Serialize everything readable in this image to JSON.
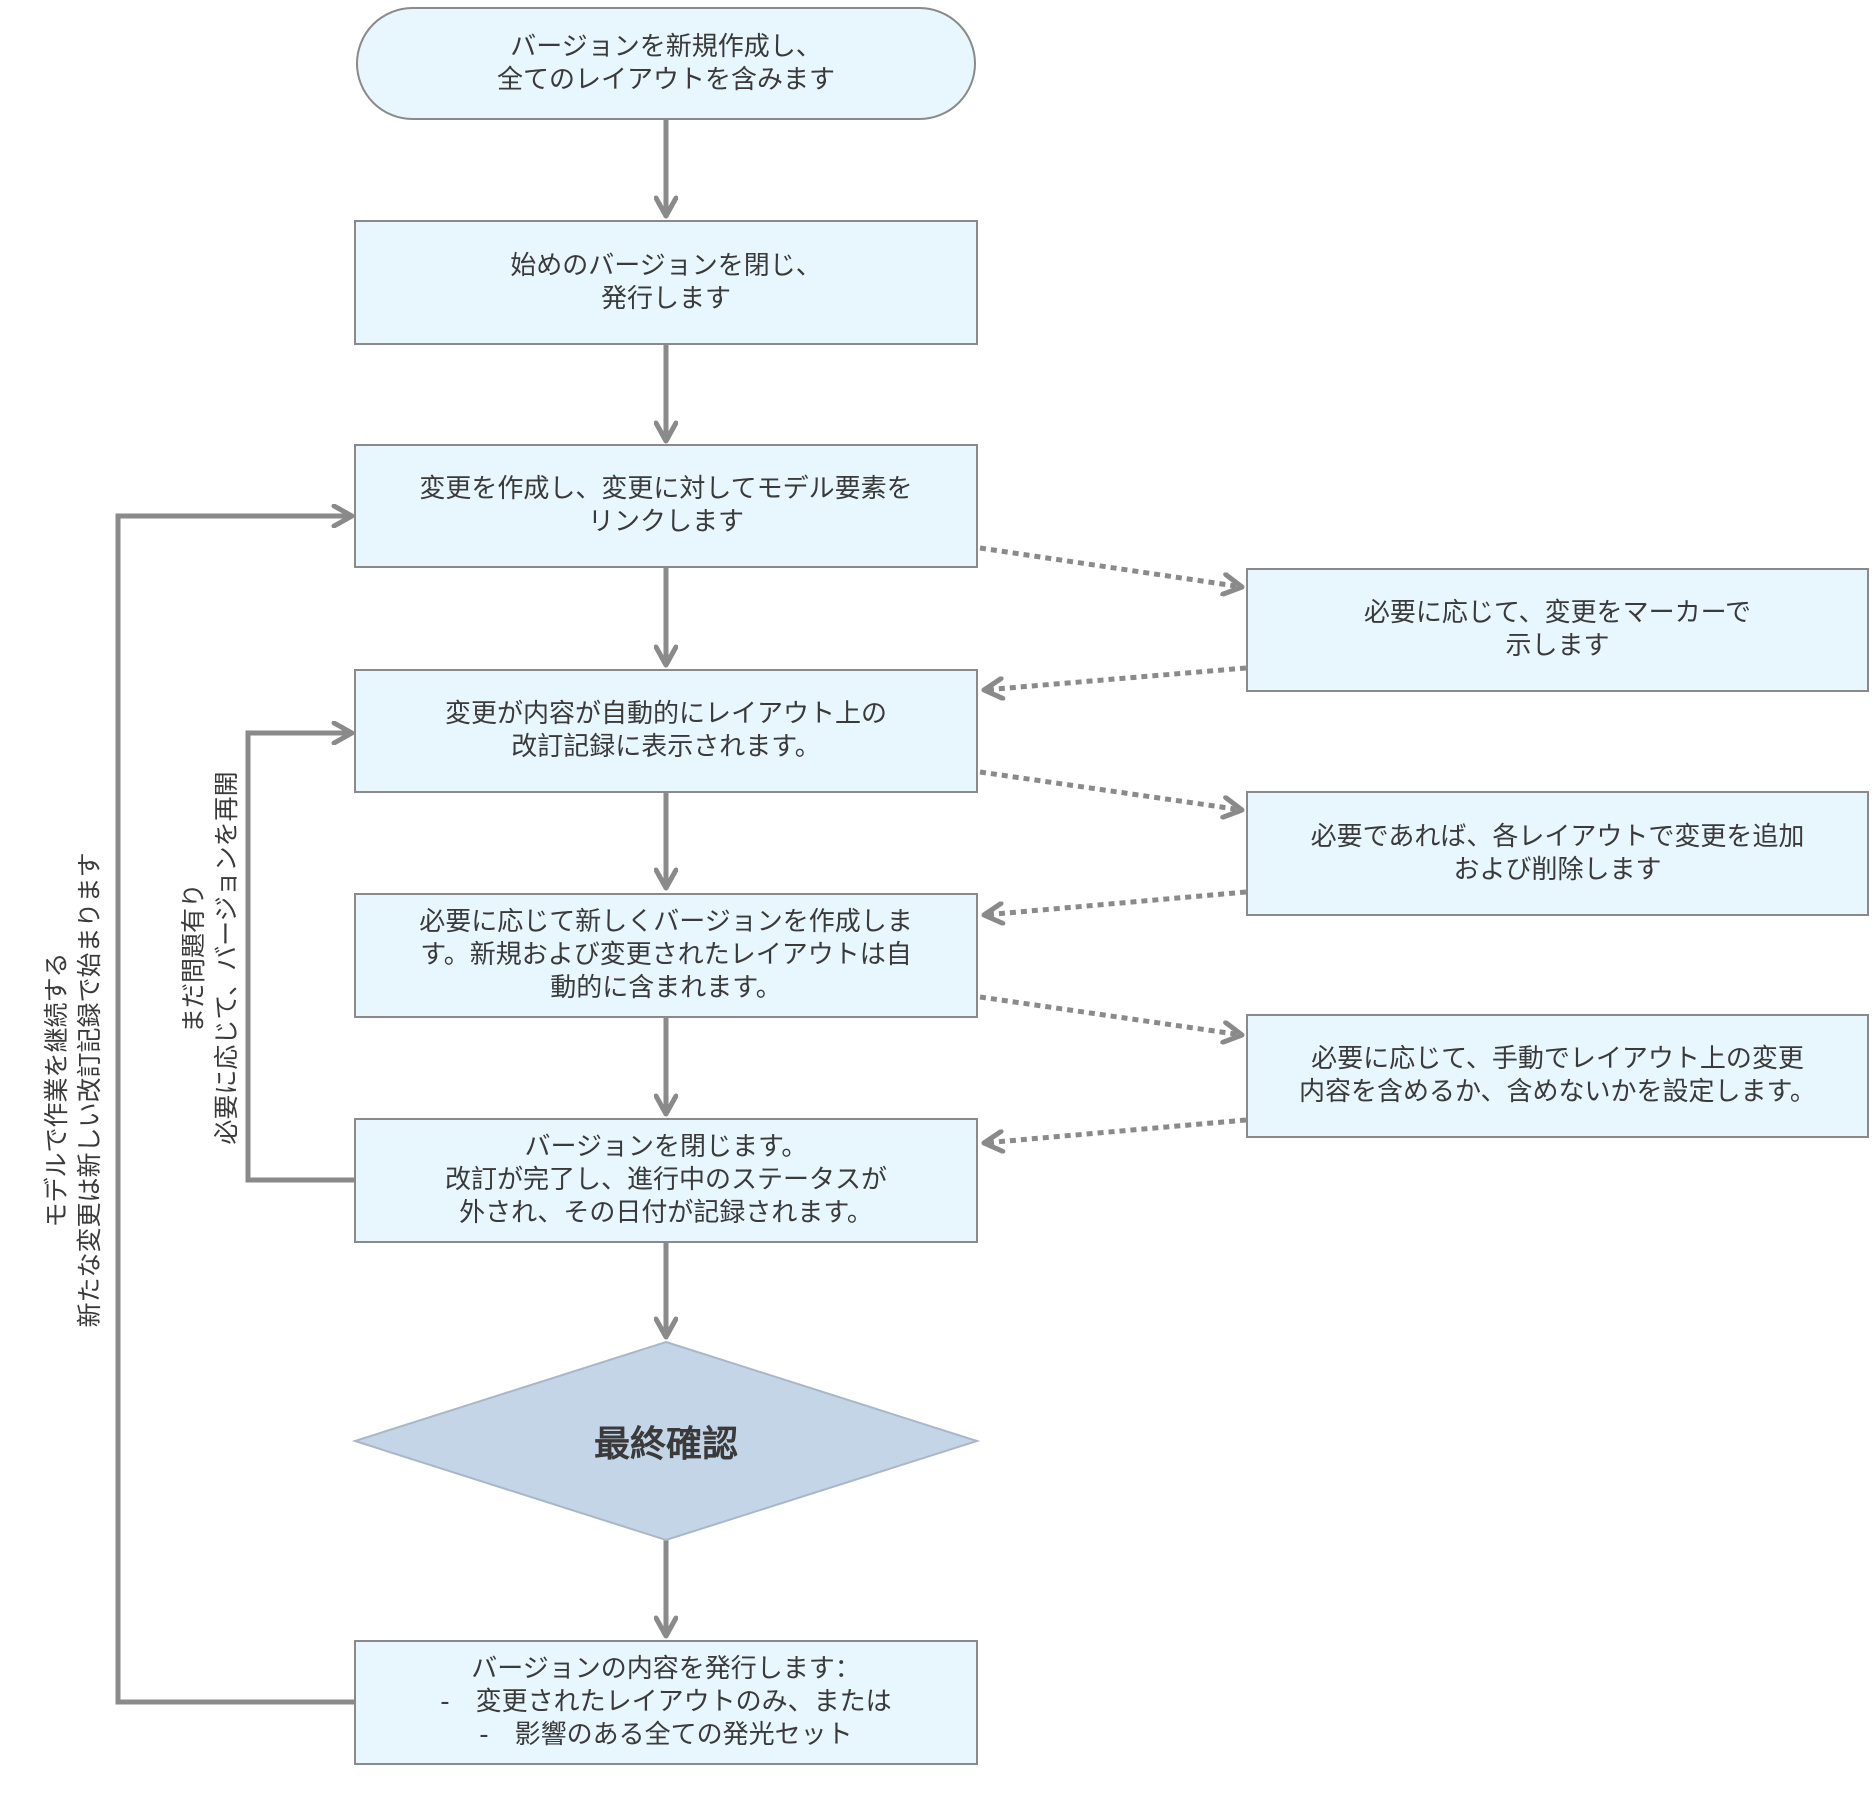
{
  "colors": {
    "box_fill": "#e8f6fd",
    "box_border": "#8a8a8a",
    "diamond_fill": "#c5d5e8",
    "connector": "#8a8a8a",
    "text": "#3a3a3a"
  },
  "nodes": {
    "start": [
      "バージョンを新規作成し、",
      "全てのレイアウトを含みます"
    ],
    "close_first": [
      "始めのバージョンを閉じ、",
      "発行します"
    ],
    "create_change": [
      "変更を作成し、変更に対してモデル要素を",
      "リンクします"
    ],
    "auto_display": [
      "変更が内容が自動的にレイアウト上の",
      "改訂記録に表示されます。"
    ],
    "new_version": [
      "必要に応じて新しくバージョンを作成しま",
      "す。新規および変更されたレイアウトは自",
      "動的に含まれます。"
    ],
    "close_version": [
      "バージョンを閉じます。",
      "改訂が完了し、進行中のステータスが",
      "外され、その日付が記録されます。"
    ],
    "final_check": "最終確認",
    "publish": [
      "バージョンの内容を発行します：",
      "-　変更されたレイアウトのみ、または",
      "-　影響のある全ての発光セット"
    ],
    "side_marker": [
      "必要に応じて、変更をマーカーで",
      "示します"
    ],
    "side_add_remove": [
      "必要であれば、各レイアウトで変更を追加",
      "および削除します"
    ],
    "side_manual": [
      "必要に応じて、手動でレイアウト上の変更",
      "内容を含めるか、含めないかを設定します。"
    ]
  },
  "loop_labels": {
    "outer": [
      "モデルで作業を継続する",
      "新たな変更は新しい改訂記録で始まります"
    ],
    "inner": [
      "まだ問題有り",
      "必要に応じて、バージョンを再開"
    ]
  }
}
